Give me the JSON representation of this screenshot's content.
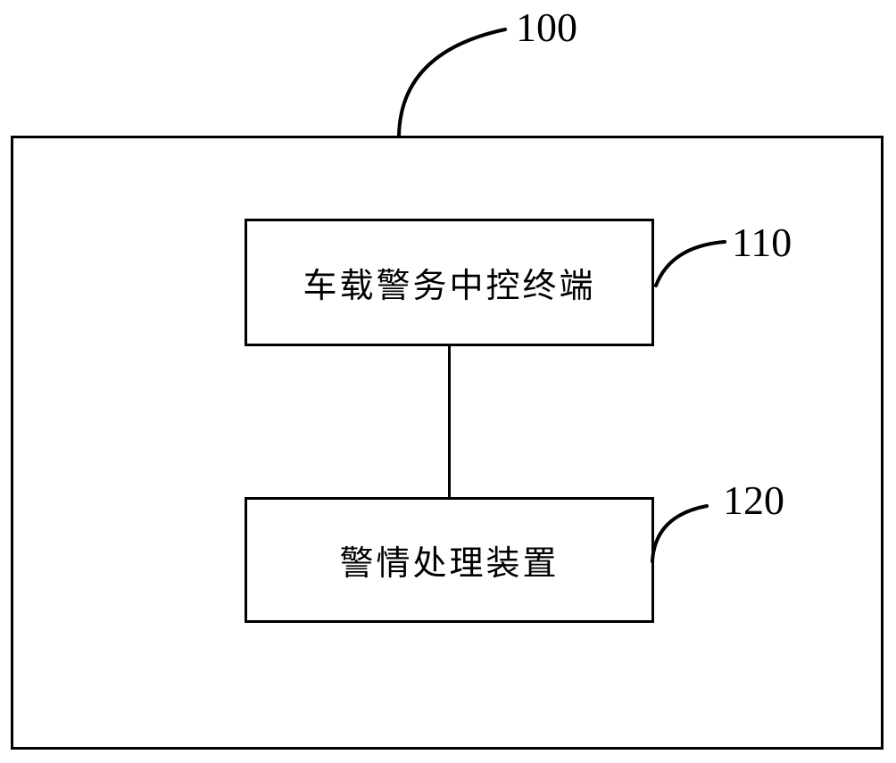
{
  "diagram": {
    "type": "block-diagram",
    "outer": {
      "ref": "100",
      "role": "system-boundary"
    },
    "boxes": [
      {
        "ref": "110",
        "text": "车载警务中控终端"
      },
      {
        "ref": "120",
        "text": "警情处理装置"
      }
    ],
    "connections": [
      {
        "from": "110",
        "to": "120",
        "style": "plain-vertical-line"
      }
    ]
  },
  "colors": {
    "stroke": "#000000",
    "text": "#000000",
    "background": "#ffffff"
  }
}
